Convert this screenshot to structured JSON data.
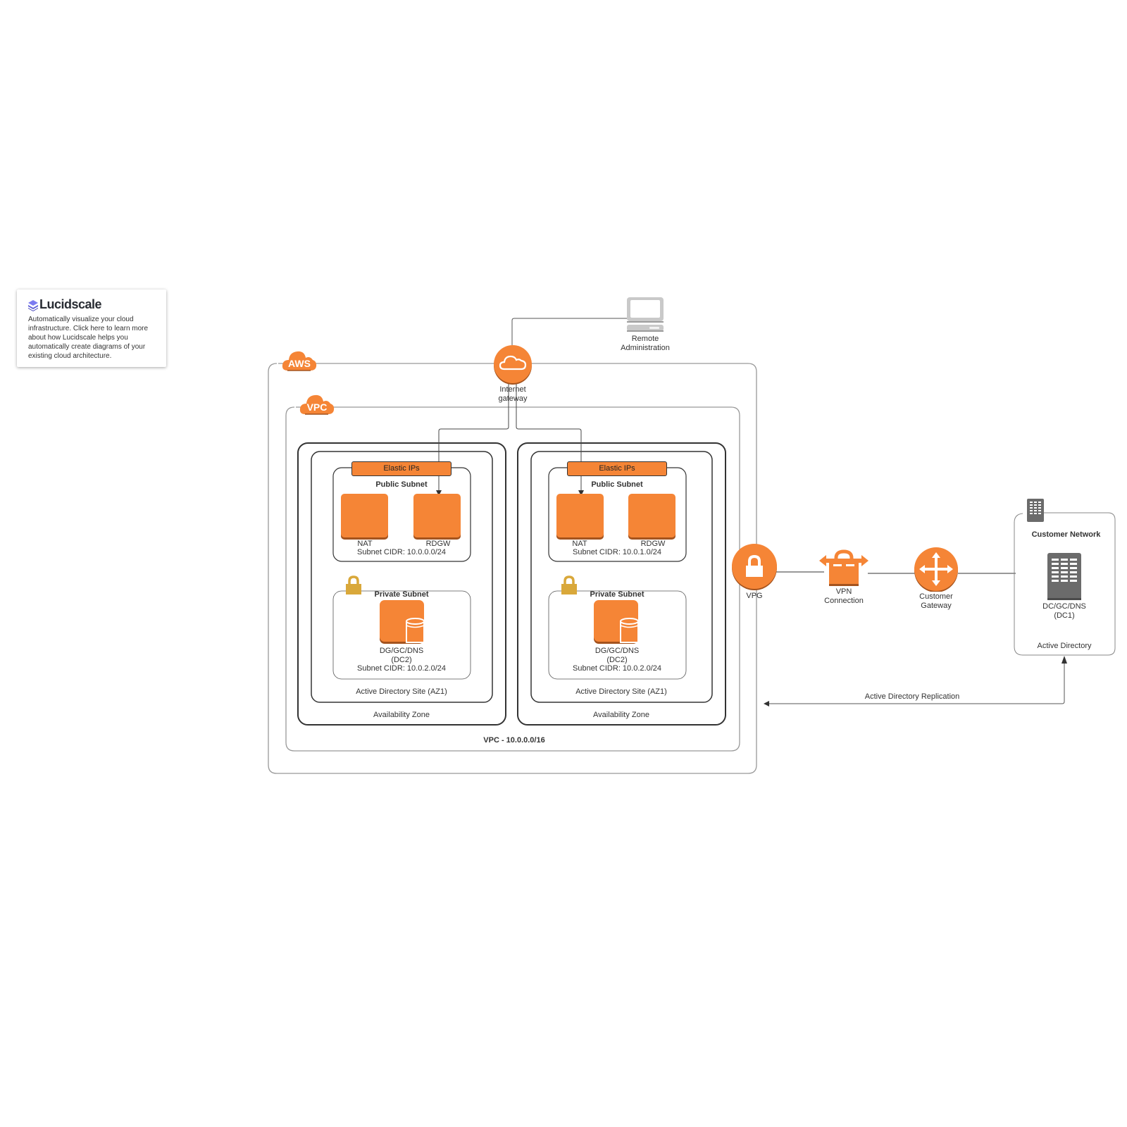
{
  "promo_card": {
    "brand": "Lucidscale",
    "description": "Automatically visualize your cloud infrastructure. Click here to learn more about how Lucidscale helps you automatically create diagrams of your existing cloud architecture."
  },
  "badges": {
    "aws": "AWS",
    "vpc": "VPC"
  },
  "colors": {
    "aws_orange": "#f58536",
    "lock_gold": "#d9a83a",
    "server_gray": "#6b6b6b",
    "laptop_gray": "#c8c8c8",
    "brand_purple": "#5b5bd6"
  },
  "remote_admin": {
    "label_line1": "Remote",
    "label_line2": "Administration",
    "icon": "laptop-icon"
  },
  "internet_gateway": {
    "label_line1": "Internet",
    "label_line2": "gateway",
    "icon": "cloud-icon"
  },
  "vpc_label": "VPC - 10.0.0.0/16",
  "availability_zones": [
    {
      "zone_label": "Availability Zone",
      "site_label": "Active Directory Site (AZ1)",
      "elastic_ips": "Elastic IPs",
      "public_subnet": {
        "title": "Public Subnet",
        "instances": [
          {
            "label": "NAT"
          },
          {
            "label": "RDGW"
          }
        ],
        "cidr": "Subnet CIDR: 10.0.0.0/24"
      },
      "private_subnet": {
        "title": "Private Subnet",
        "instance_line1": "DG/GC/DNS",
        "instance_line2": "(DC2)",
        "cidr": "Subnet CIDR: 10.0.2.0/24"
      }
    },
    {
      "zone_label": "Availability Zone",
      "site_label": "Active Directory Site (AZ1)",
      "elastic_ips": "Elastic IPs",
      "public_subnet": {
        "title": "Public Subnet",
        "instances": [
          {
            "label": "NAT"
          },
          {
            "label": "RDGW"
          }
        ],
        "cidr": "Subnet CIDR: 10.0.1.0/24"
      },
      "private_subnet": {
        "title": "Private Subnet",
        "instance_line1": "DG/GC/DNS",
        "instance_line2": "(DC2)",
        "cidr": "Subnet CIDR: 10.0.2.0/24"
      }
    }
  ],
  "vpg": {
    "label": "VPG",
    "icon": "lock-icon"
  },
  "vpn_connection": {
    "label_line1": "VPN",
    "label_line2": "Connection",
    "icon": "vpn-icon"
  },
  "customer_gateway": {
    "label_line1": "Customer",
    "label_line2": "Gateway",
    "icon": "router-icon"
  },
  "customer_network": {
    "title": "Customer Network",
    "server_line1": "DC/GC/DNS",
    "server_line2": "(DC1)",
    "footer": "Active Directory"
  },
  "replication_label": "Active Directory Replication"
}
